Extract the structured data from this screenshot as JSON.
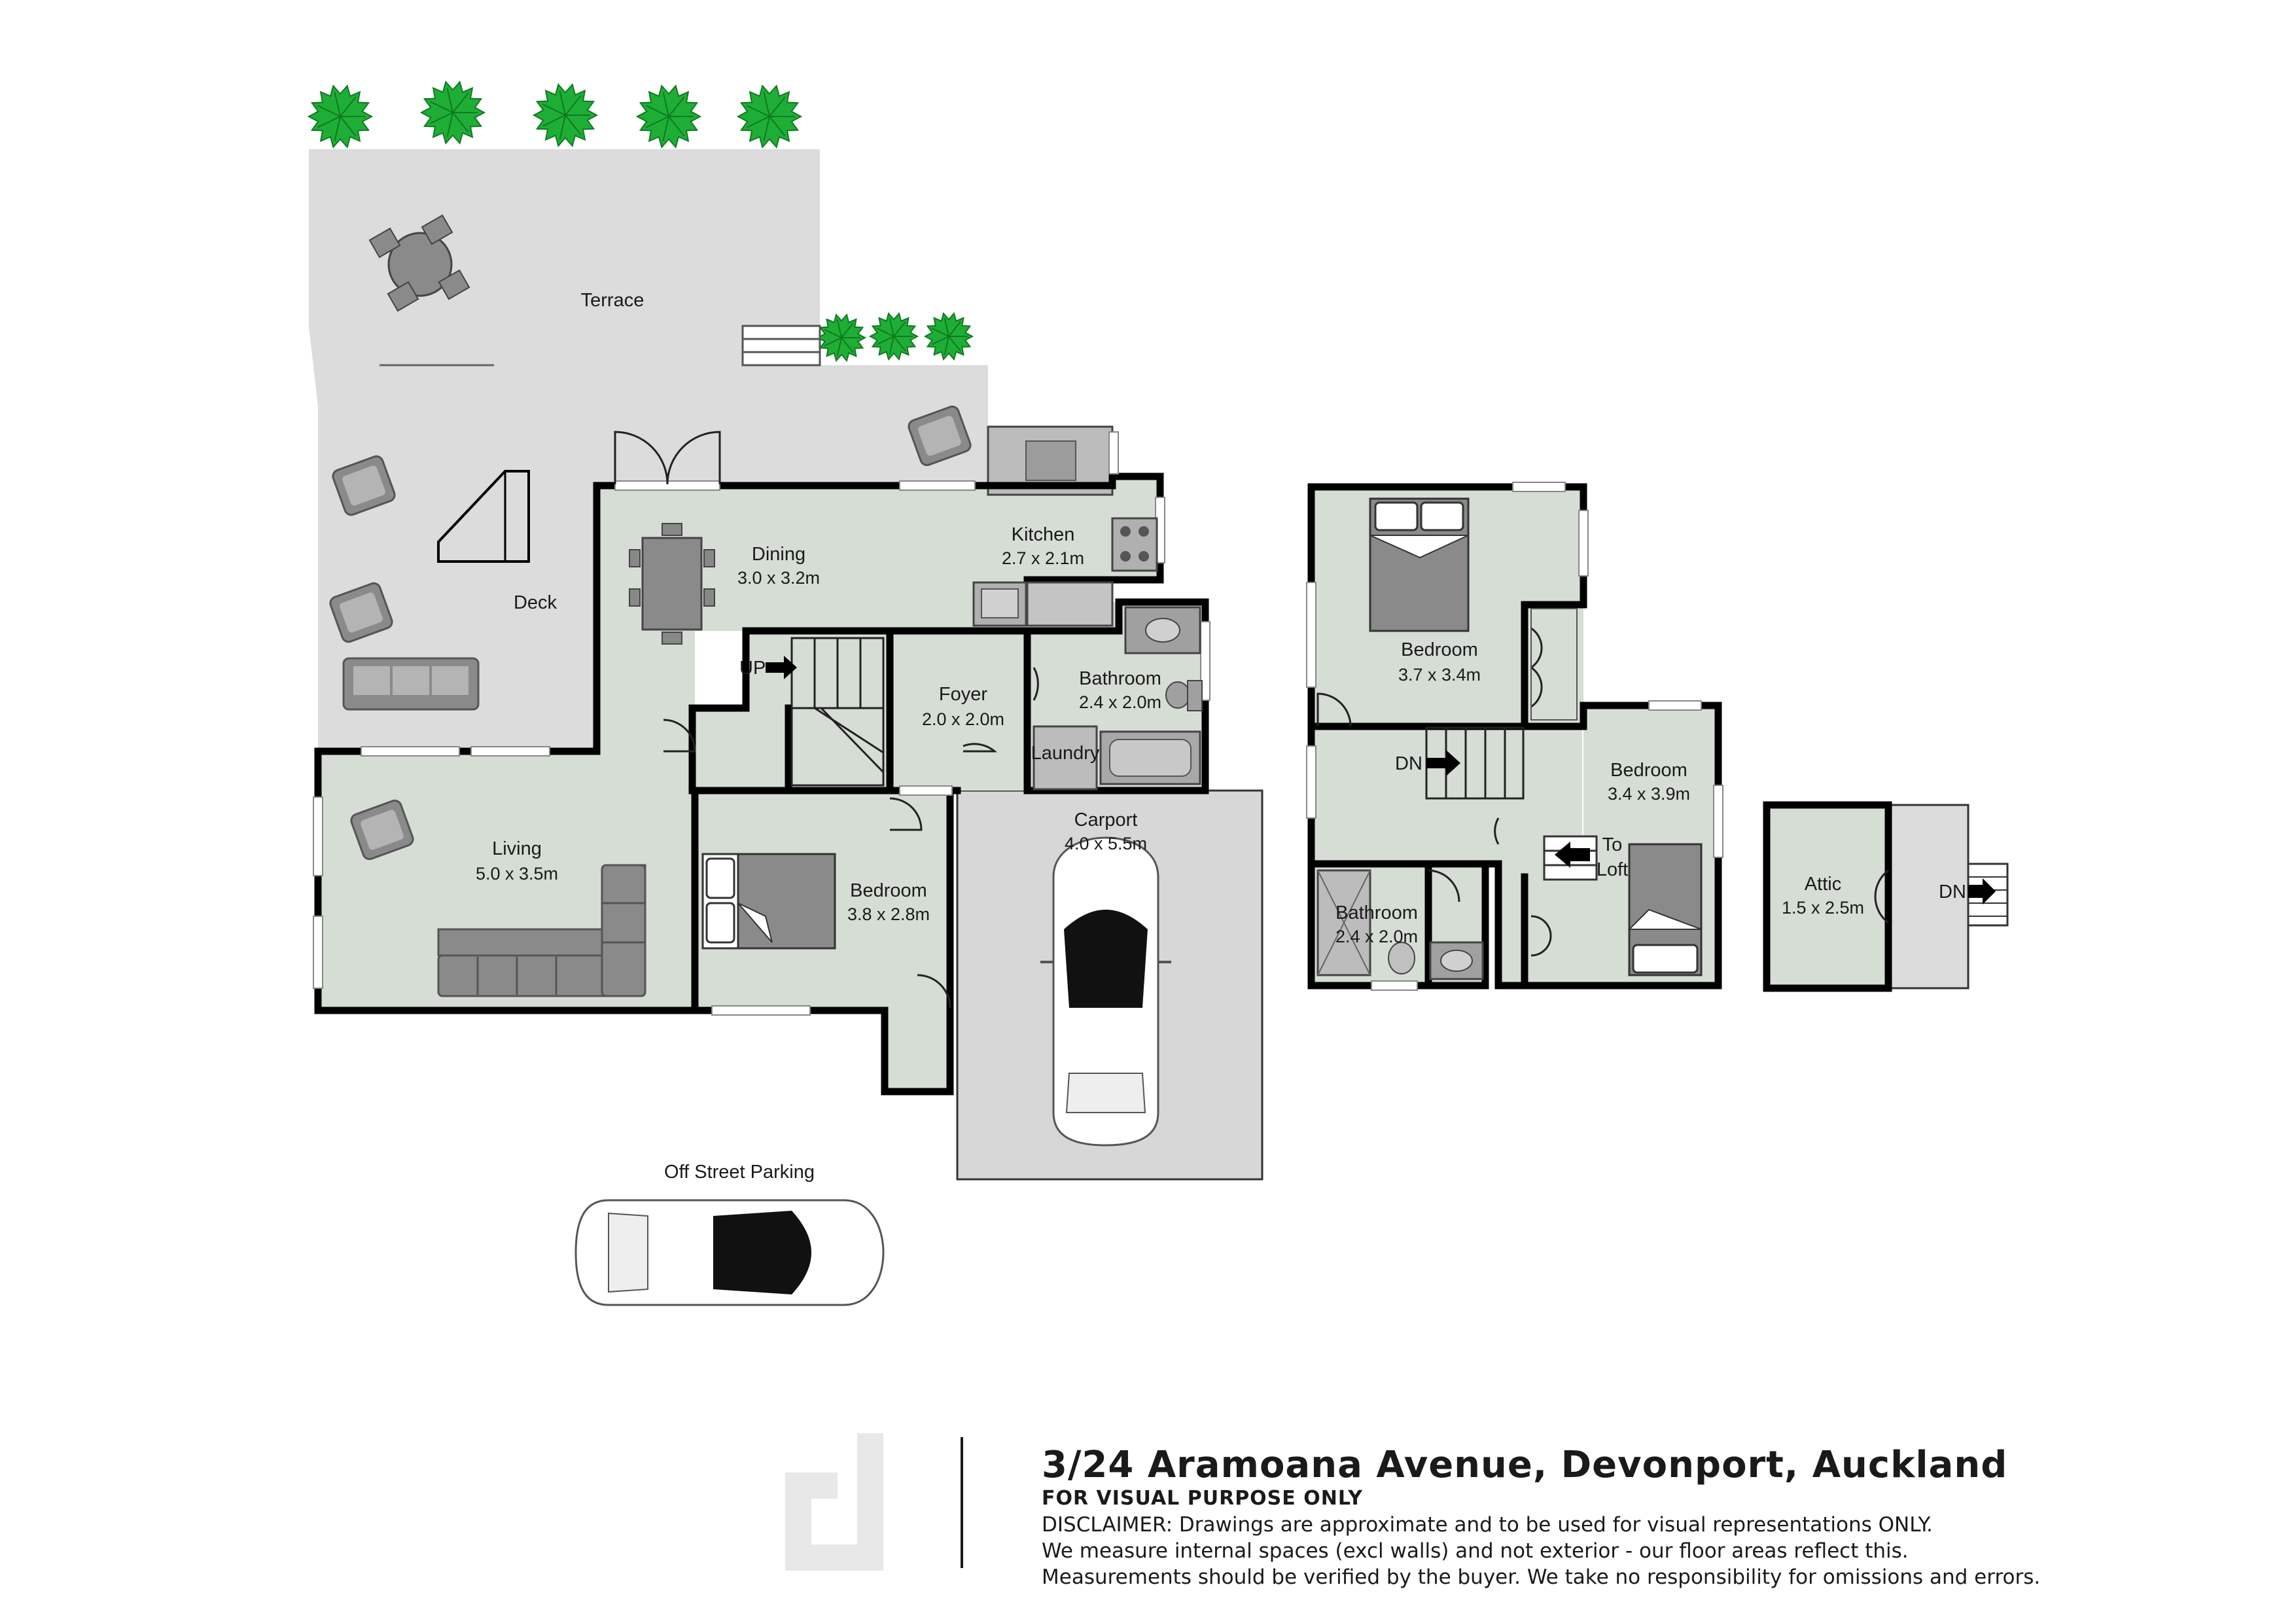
{
  "labels": {
    "terrace": "Terrace",
    "deck": "Deck",
    "dining": "Dining",
    "dining_dim": "3.0 x 3.2m",
    "kitchen": "Kitchen",
    "kitchen_dim": "2.7 x 2.1m",
    "foyer": "Foyer",
    "foyer_dim": "2.0 x 2.0m",
    "bathroom1": "Bathroom",
    "bathroom1_dim": "2.4 x 2.0m",
    "laundry": "Laundry",
    "up": "UP",
    "living": "Living",
    "living_dim": "5.0 x 3.5m",
    "bedroom1": "Bedroom",
    "bedroom1_dim": "3.8 x 2.8m",
    "carport": "Carport",
    "carport_dim": "4.0 x 5.5m",
    "off_street": "Off Street Parking",
    "bedroom2": "Bedroom",
    "bedroom2_dim": "3.7 x 3.4m",
    "dn1": "DN",
    "bedroom3": "Bedroom",
    "bedroom3_dim": "3.4 x 3.9m",
    "to": "To",
    "loft": "Loft",
    "bathroom2": "Bathroom",
    "bathroom2_dim": "2.4 x 2.0m",
    "attic": "Attic",
    "attic_dim": "1.5 x 2.5m",
    "dn2": "DN"
  },
  "footer": {
    "address": "3/24 Aramoana Avenue, Devonport, Auckland",
    "visual_only": "FOR VISUAL PURPOSE ONLY",
    "disclaimer_1": "DISCLAIMER:  Drawings are approximate and to be used for visual representations ONLY.",
    "disclaimer_2": "We measure internal spaces (excl walls) and not exterior - our floor areas reflect this.",
    "disclaimer_3": "Measurements should be verified by the buyer. We take no responsibility for omissions and errors."
  },
  "colors": {
    "room_fill": "#d6ddd5",
    "outdoor_fill": "#dcdcdc",
    "tree_green": "#1fae35",
    "wall": "#000000"
  }
}
